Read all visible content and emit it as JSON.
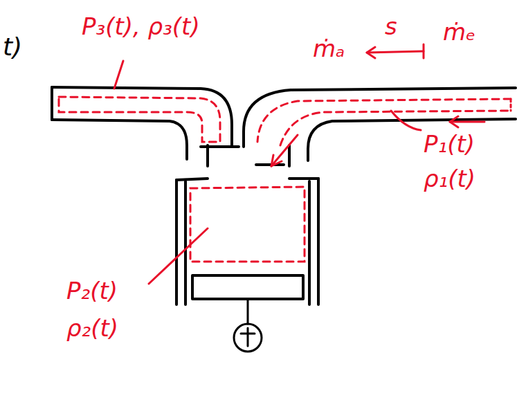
{
  "diagram": {
    "labels": [
      "t)",
      "P₃(t), ρ₃(t)",
      "ṁₐ",
      "s",
      "ṁₑ",
      "P₁(t)",
      "ρ₁(t)",
      "P₂(t)",
      "ρ₂(t)"
    ]
  }
}
